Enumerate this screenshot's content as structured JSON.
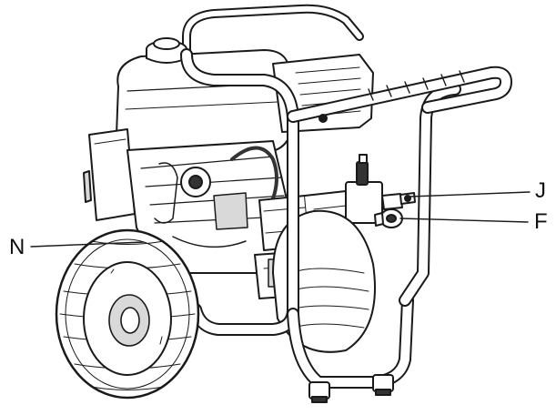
{
  "figure": {
    "callouts": [
      {
        "id": "J",
        "label": "J"
      },
      {
        "id": "F",
        "label": "F"
      },
      {
        "id": "N",
        "label": "N"
      }
    ],
    "colors": {
      "line": "#1a1a1a",
      "fill": "#ffffff",
      "shade": "#d9d9d9",
      "dark": "#333333"
    }
  }
}
